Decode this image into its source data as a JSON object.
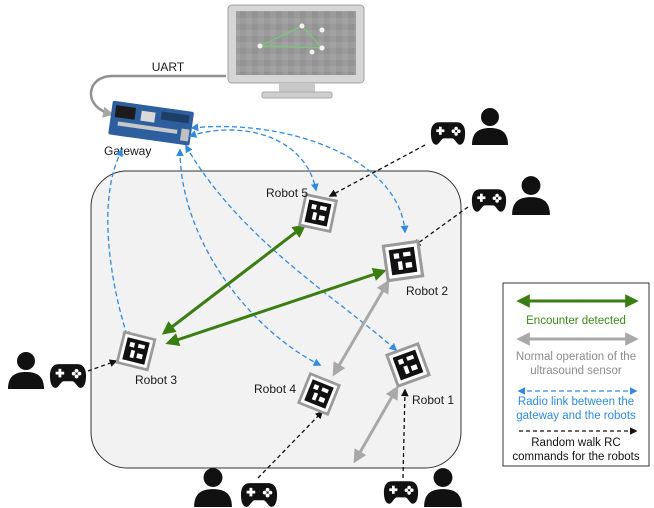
{
  "labels": {
    "uart": "UART",
    "gateway": "Gateway",
    "robot1": "Robot 1",
    "robot2": "Robot 2",
    "robot3": "Robot 3",
    "robot4": "Robot 4",
    "robot5": "Robot 5"
  },
  "legend": {
    "encounter": "Encounter detected",
    "ultrasound_line1": "Normal operation of the",
    "ultrasound_line2": "ultrasound sensor",
    "radio_line1": "Radio link between the",
    "radio_line2": "gateway and the robots",
    "rc_line1": "Random walk RC",
    "rc_line2": "commands for the robots"
  },
  "colors": {
    "encounter": "#3a7d12",
    "ultrasound": "#a8a8a8",
    "radio": "#2f8ae0",
    "rc": "#111111",
    "arena_fill": "#f2f2f2",
    "monitor": "#d0d0d0"
  },
  "icons": [
    "monitor-icon",
    "gateway-board-icon",
    "person-icon",
    "gamepad-icon",
    "robot-marker-icon"
  ]
}
